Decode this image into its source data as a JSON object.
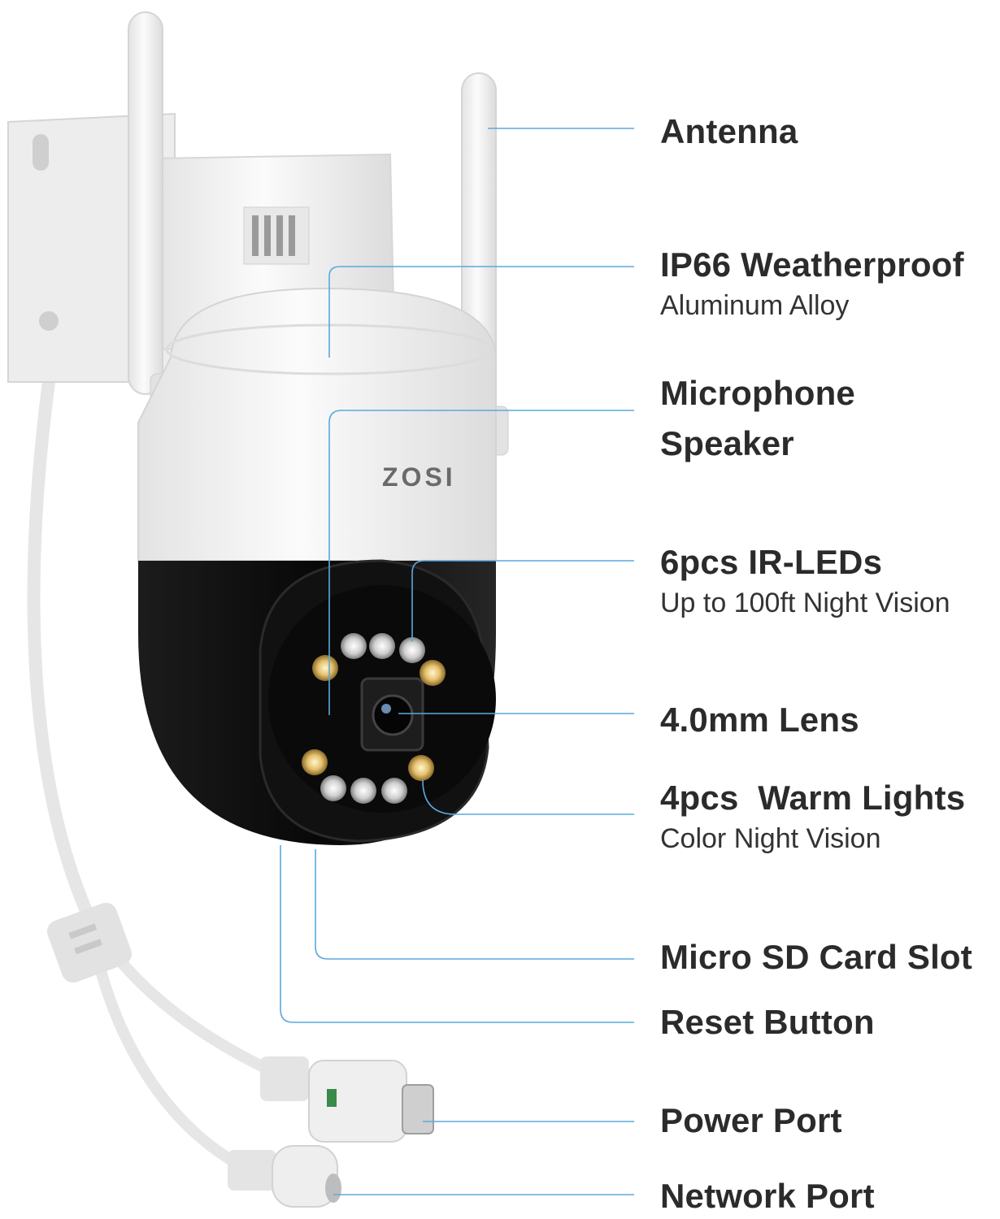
{
  "brand": {
    "logo_text": "ZOSI"
  },
  "colors": {
    "leader_line": "#5aa9dd",
    "label_text": "#2b2b2b",
    "body_white": "#f4f4f4",
    "body_black": "#0e0e0e"
  },
  "callouts": [
    {
      "id": "antenna",
      "title": "Antenna"
    },
    {
      "id": "weatherproof",
      "title": "IP66 Weatherproof",
      "subtitle": "Aluminum Alloy"
    },
    {
      "id": "mic-speaker",
      "title": "Microphone",
      "title2": "Speaker"
    },
    {
      "id": "ir-leds",
      "title": "6pcs IR-LEDs",
      "subtitle": "Up to 100ft Night Vision"
    },
    {
      "id": "lens",
      "title": "4.0mm Lens"
    },
    {
      "id": "warm-lights",
      "title": "4pcs  Warm Lights",
      "subtitle": "Color Night Vision"
    },
    {
      "id": "sd-slot",
      "title": "Micro SD Card Slot"
    },
    {
      "id": "reset",
      "title": "Reset Button"
    },
    {
      "id": "power-port",
      "title": "Power Port"
    },
    {
      "id": "network-port",
      "title": "Network Port"
    }
  ]
}
